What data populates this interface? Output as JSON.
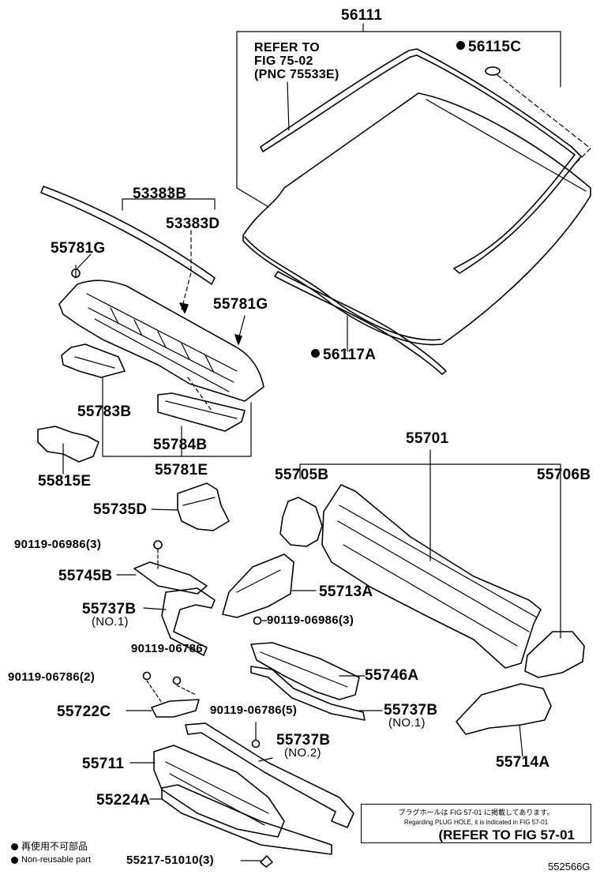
{
  "parts": {
    "p56111": "56111",
    "p56115C": "56115C",
    "refer_text": "REFER TO\nFIG 75-02\n(PNC 75533E)",
    "p56117A": "56117A",
    "p53383B": "53383B",
    "p53383D": "53383D",
    "p55781G_a": "55781G",
    "p55781G_b": "55781G",
    "p55783B": "55783B",
    "p55784B": "55784B",
    "p55815E": "55815E",
    "p55781E": "55781E",
    "p55701": "55701",
    "p55705B": "55705B",
    "p55706B": "55706B",
    "p55735D": "55735D",
    "p90119_06986_a": "90119-06986(3)",
    "p55745B": "55745B",
    "p55713A": "55713A",
    "p55737B_a": "55737B",
    "p55737B_a_sub": "(NO.1)",
    "p90119_06986_b": "90119-06986(3)",
    "p90119_06786": "90119-06786",
    "p55746A": "55746A",
    "p90119_06786_2": "90119-06786(2)",
    "p55722C": "55722C",
    "p90119_06786_5": "90119-06786(5)",
    "p55737B_b": "55737B",
    "p55737B_b_sub": "(NO.1)",
    "p55714A": "55714A",
    "p55711": "55711",
    "p55737B_c": "55737B",
    "p55737B_c_sub": "(NO.2)",
    "p55224A": "55224A",
    "p55217": "55217-51010(3)"
  },
  "legend": {
    "jp": "再使用不可部品",
    "en": "Non-reusable part"
  },
  "note": {
    "jp": "プラグホールは FIG 57-01 に掲載してあります。",
    "en": "Regarding PLUG HOLE, it is indicated in FIG 57-01",
    "ref": "(REFER TO FIG 57-01"
  },
  "code": "552566G"
}
